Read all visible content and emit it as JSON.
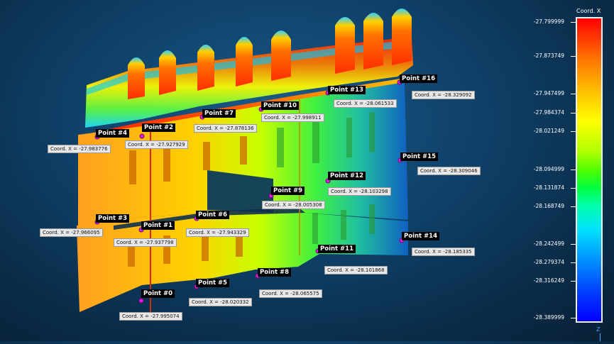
{
  "scale": {
    "title": "Coord. X",
    "ticks": [
      "-27.799999",
      "-27.873749",
      "-27.947499",
      "-27.984374",
      "-28.021249",
      "-28.094999",
      "-28.131874",
      "-28.168749",
      "-28.242499",
      "-28.279374",
      "-28.316249",
      "-28.389999"
    ],
    "gradient_colors": [
      "#ff0000",
      "#ffcc00",
      "#ffff00",
      "#50ff00",
      "#00ffb0",
      "#00e0ff",
      "#0000ff"
    ]
  },
  "axis": {
    "label": "Z"
  },
  "points": [
    {
      "name": "Point #0",
      "coord": "Coord. X = -27.995074"
    },
    {
      "name": "Point #1",
      "coord": "Coord. X = -27.937798"
    },
    {
      "name": "Point #2",
      "coord": "Coord. X = -27.927929"
    },
    {
      "name": "Point #3",
      "coord": "Coord. X = -27.966095"
    },
    {
      "name": "Point #4",
      "coord": "Coord. X = -27.983776"
    },
    {
      "name": "Point #5",
      "coord": "Coord. X = -28.020332"
    },
    {
      "name": "Point #6",
      "coord": "Coord. X = -27.943329"
    },
    {
      "name": "Point #7",
      "coord": "Coord. X = -27.878136"
    },
    {
      "name": "Point #8",
      "coord": "Coord. X = -28.065575"
    },
    {
      "name": "Point #9",
      "coord": "Coord. X = -28.005308"
    },
    {
      "name": "Point #10",
      "coord": "Coord. X = -27.998911"
    },
    {
      "name": "Point #11",
      "coord": "Coord. X = -28.101868"
    },
    {
      "name": "Point #12",
      "coord": "Coord. X = -28.103298"
    },
    {
      "name": "Point #13",
      "coord": "Coord. X = -28.061533"
    },
    {
      "name": "Point #14",
      "coord": "Coord. X = -28.185335"
    },
    {
      "name": "Point #15",
      "coord": "Coord. X = -28.309046"
    },
    {
      "name": "Point #16",
      "coord": "Coord. X = -28.329092"
    }
  ]
}
